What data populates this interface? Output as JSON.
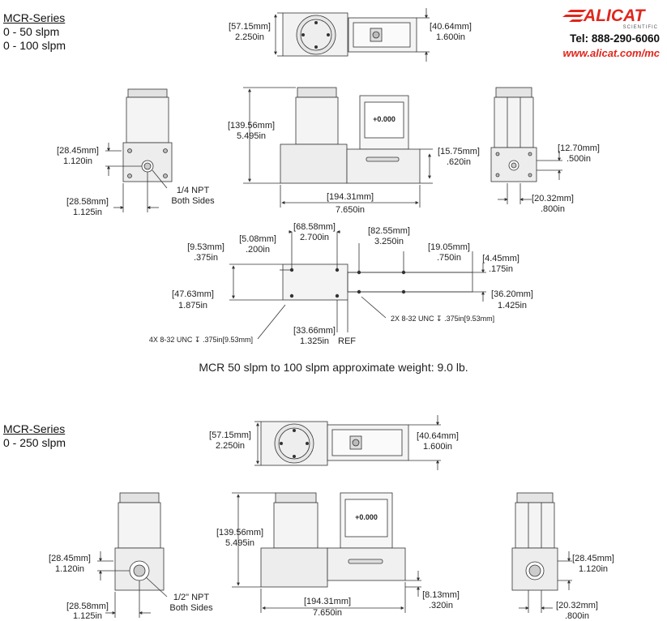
{
  "brand": {
    "name": "ALICAT",
    "tagline": "SCIENTIFIC",
    "phone": "Tel: 888-290-6060",
    "website": "www.alicat.com/mc",
    "color": "#e0261c"
  },
  "section1": {
    "title": "MCR-Series",
    "ranges": [
      "0 - 50 slpm",
      "0 - 100 slpm"
    ],
    "dims": {
      "top_height": [
        "[57.15mm]",
        "2.250in"
      ],
      "top_display_height": [
        "[40.64mm]",
        "1.600in"
      ],
      "left_port_height": [
        "[28.45mm]",
        "1.120in"
      ],
      "left_width": [
        "[28.58mm]",
        "1.125in"
      ],
      "npt": [
        "1/4 NPT",
        "Both Sides"
      ],
      "front_height": [
        "[139.56mm]",
        "5.495in"
      ],
      "front_base": [
        "[15.75mm]",
        ".620in"
      ],
      "front_length": [
        "[194.31mm]",
        "7.650in"
      ],
      "right_port": [
        "[12.70mm]",
        ".500in"
      ],
      "right_width": [
        "[20.32mm]",
        ".800in"
      ],
      "b_68": [
        "[68.58mm]",
        "2.700in"
      ],
      "b_82": [
        "[82.55mm]",
        "3.250in"
      ],
      "b_508": [
        "[5.08mm]",
        ".200in"
      ],
      "b_953": [
        "[9.53mm]",
        ".375in"
      ],
      "b_1905": [
        "[19.05mm]",
        ".750in"
      ],
      "b_445": [
        "[4.45mm]",
        ".175in"
      ],
      "b_4763": [
        "[47.63mm]",
        "1.875in"
      ],
      "b_3620": [
        "[36.20mm]",
        "1.425in"
      ],
      "b_3366": [
        "[33.66mm]",
        "1.325in"
      ],
      "ref": "REF",
      "hole4x": "4X 8-32 UNC ↧ .375in[9.53mm]",
      "hole2x": "2X 8-32 UNC ↧ .375in[9.53mm]"
    },
    "weight": "MCR 50 slpm to 100 slpm approximate weight: 9.0 lb."
  },
  "section2": {
    "title": "MCR-Series",
    "ranges": [
      "0 - 250 slpm"
    ],
    "dims": {
      "top_height": [
        "[57.15mm]",
        "2.250in"
      ],
      "top_display_height": [
        "[40.64mm]",
        "1.600in"
      ],
      "left_port_height": [
        "[28.45mm]",
        "1.120in"
      ],
      "left_width": [
        "[28.58mm]",
        "1.125in"
      ],
      "npt": [
        "1/2\" NPT",
        "Both Sides"
      ],
      "front_height": [
        "[139.56mm]",
        "5.495in"
      ],
      "front_length": [
        "[194.31mm]",
        "7.650in"
      ],
      "front_base": [
        "[8.13mm]",
        ".320in"
      ],
      "right_port": [
        "[28.45mm]",
        "1.120in"
      ],
      "right_width": [
        "[20.32mm]",
        ".800in"
      ]
    }
  },
  "display": {
    "reading": "+0.000"
  }
}
